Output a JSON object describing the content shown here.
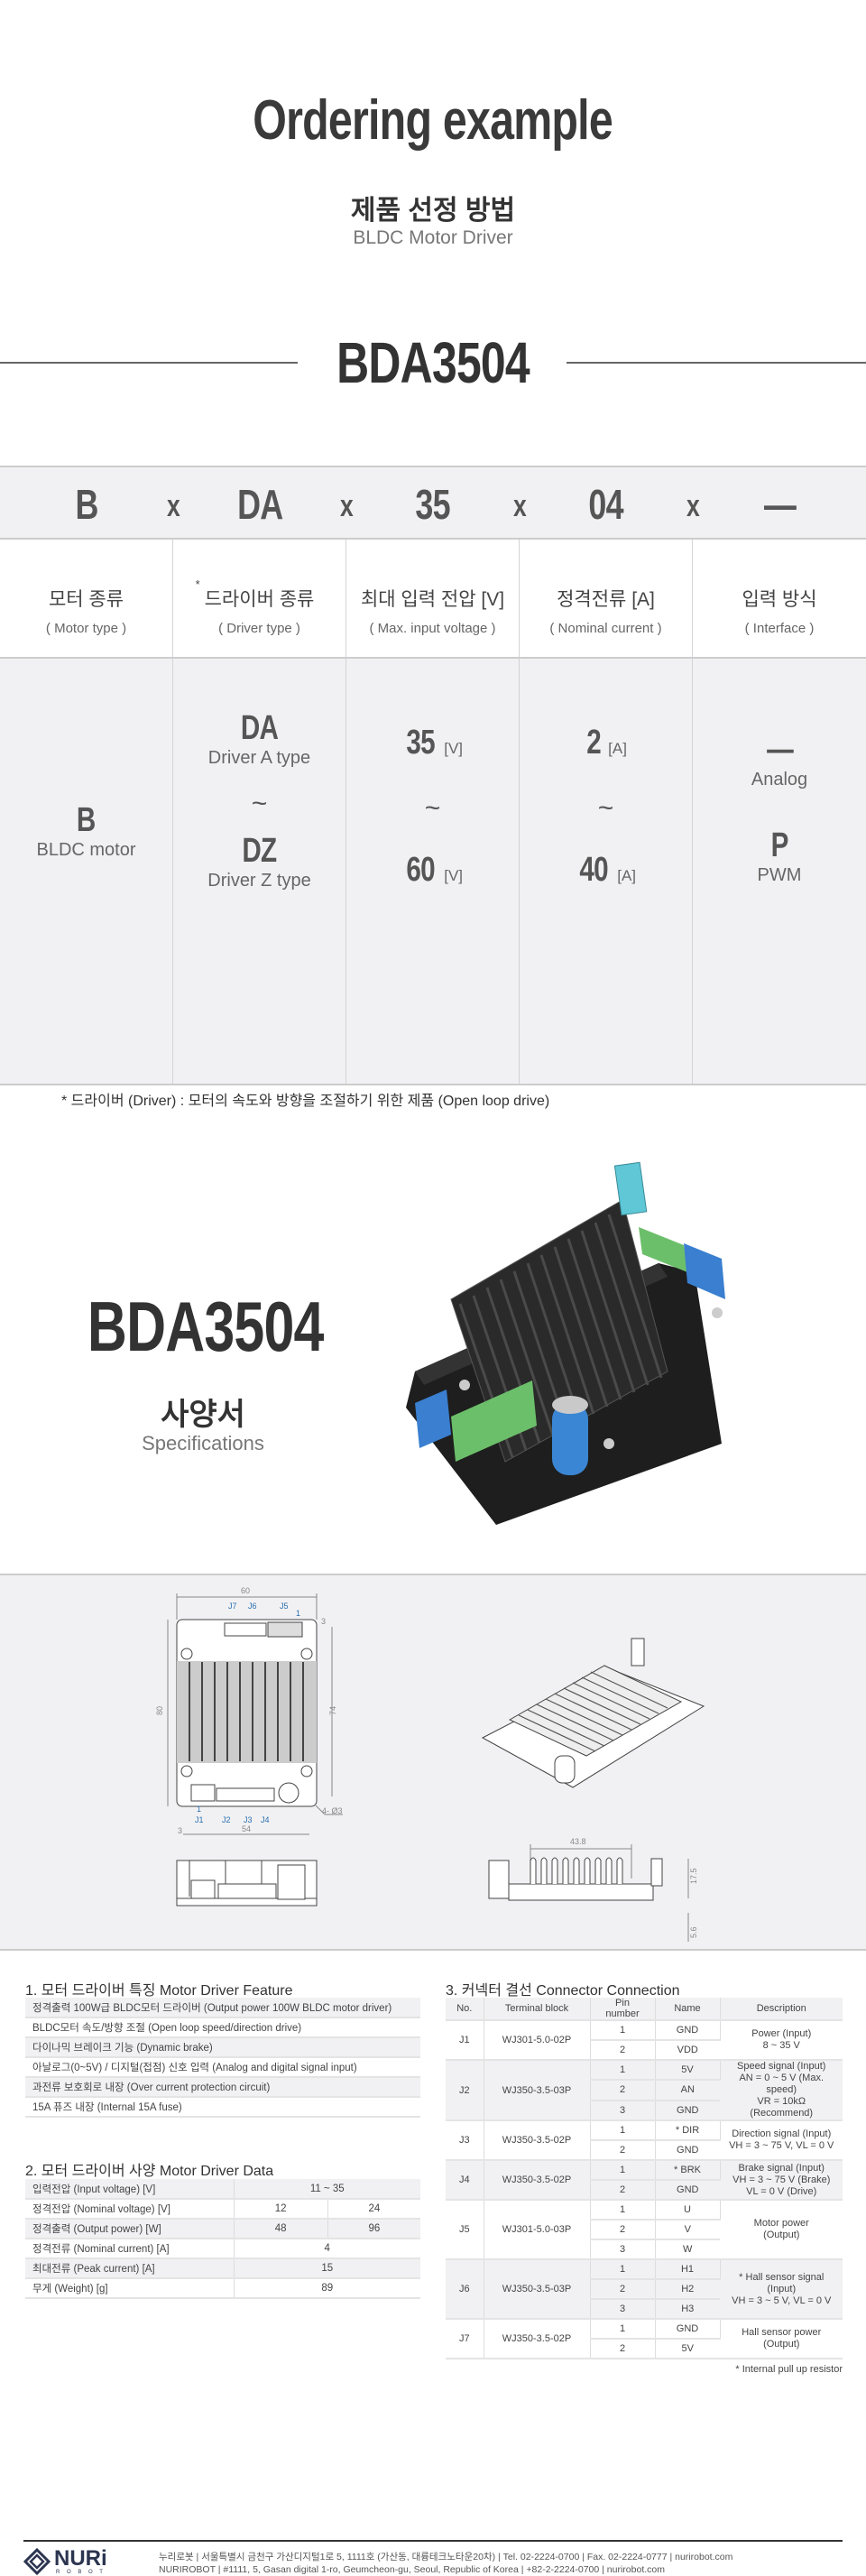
{
  "hero": {
    "title": "Ordering example",
    "subtitle_ko": "제품 선정 방법",
    "subtitle_en": "BLDC Motor Driver",
    "model": "BDA3504"
  },
  "ordering": {
    "code_parts": [
      "B",
      "x",
      "DA",
      "x",
      "35",
      "x",
      "04",
      "x",
      "—"
    ],
    "columns": [
      {
        "ko": "모터 종류",
        "en": "( Motor type )",
        "asterisk": false
      },
      {
        "ko": "드라이버 종류",
        "en": "( Driver type )",
        "asterisk": true
      },
      {
        "ko": "최대 입력 전압 [V]",
        "en": "( Max. input voltage )",
        "asterisk": false
      },
      {
        "ko": "정격전류 [A]",
        "en": "( Nominal current )",
        "asterisk": false
      },
      {
        "ko": "입력 방식",
        "en": "( Interface )",
        "asterisk": false
      }
    ],
    "options": {
      "motor": {
        "code": "B",
        "label": "BLDC motor"
      },
      "driver": {
        "from_code": "DA",
        "from_label": "Driver A type",
        "to_code": "DZ",
        "to_label": "Driver Z type"
      },
      "voltage": {
        "from": "35",
        "to": "60",
        "unit": "[V]"
      },
      "current": {
        "from": "2",
        "to": "40",
        "unit": "[A]"
      },
      "interface": [
        {
          "code": "—",
          "label": "Analog"
        },
        {
          "code": "P",
          "label": "PWM"
        }
      ],
      "range_symbol": "~"
    },
    "asterisk_mark": "*",
    "note": "* 드라이버 (Driver) : 모터의 속도와 방향을 조절하기 위한 제품 (Open loop drive)"
  },
  "spec_hero": {
    "model": "BDA3504",
    "title_ko": "사양서",
    "title_en": "Specifications"
  },
  "drawings": {
    "top_view": {
      "width": "60",
      "height": "80",
      "hole_span_v": "74",
      "hole_span_h": "54",
      "edge_offset": "3",
      "holes": "4- Ø3",
      "top_labels": [
        "J7",
        "J6",
        "J5"
      ],
      "bottom_labels": [
        "J1",
        "J2",
        "J3",
        "J4"
      ],
      "pin1": "1"
    },
    "side_view": {
      "heatsink_length": "43.8",
      "height": "17.5",
      "standoff": "5.6"
    },
    "label_color": "#2a6fb0"
  },
  "features": {
    "title": "1. 모터 드라이버 특징 Motor Driver Feature",
    "items": [
      "정격출력 100W급 BLDC모터 드라이버 (Output power 100W BLDC motor driver)",
      "BLDC모터 속도/방향 조절 (Open loop speed/direction drive)",
      "다이나믹 브레이크 기능 (Dynamic brake)",
      "아날로그(0~5V) / 디지털(접점) 신호 입력 (Analog and digital signal input)",
      "과전류 보호회로 내장 (Over current protection circuit)",
      "15A 퓨즈 내장 (Internal 15A fuse)"
    ]
  },
  "driver_data": {
    "title": "2. 모터 드라이버 사양 Motor Driver Data",
    "rows": [
      {
        "label": "입력전압 (Input voltage) [V]",
        "values": [
          "11 ~ 35"
        ]
      },
      {
        "label": "정격전압 (Nominal voltage) [V]",
        "values": [
          "12",
          "24"
        ]
      },
      {
        "label": "정격출력 (Output power) [W]",
        "values": [
          "48",
          "96"
        ]
      },
      {
        "label": "정격전류 (Nominal current) [A]",
        "values": [
          "4"
        ]
      },
      {
        "label": "최대전류 (Peak current) [A]",
        "values": [
          "15"
        ]
      },
      {
        "label": "무게 (Weight) [g]",
        "values": [
          "89"
        ]
      }
    ]
  },
  "connector": {
    "title": "3. 커넥터 결선 Connector Connection",
    "headers": [
      "No.",
      "Terminal block",
      "Pin number",
      "Name",
      "Description"
    ],
    "groups": [
      {
        "no": "J1",
        "block": "WJ301-5.0-02P",
        "pins": [
          [
            "1",
            "GND"
          ],
          [
            "2",
            "VDD"
          ]
        ],
        "desc": [
          "Power (Input)",
          "8 ~ 35 V"
        ]
      },
      {
        "no": "J2",
        "block": "WJ350-3.5-03P",
        "pins": [
          [
            "1",
            "5V"
          ],
          [
            "2",
            "AN"
          ],
          [
            "3",
            "GND"
          ]
        ],
        "desc": [
          "Speed signal (Input)",
          "AN = 0 ~ 5 V (Max. speed)",
          "VR = 10kΩ (Recommend)"
        ]
      },
      {
        "no": "J3",
        "block": "WJ350-3.5-02P",
        "pins": [
          [
            "1",
            "* DIR"
          ],
          [
            "2",
            "GND"
          ]
        ],
        "desc": [
          "Direction signal (Input)",
          "VH = 3 ~ 75 V, VL = 0 V"
        ]
      },
      {
        "no": "J4",
        "block": "WJ350-3.5-02P",
        "pins": [
          [
            "1",
            "* BRK"
          ],
          [
            "2",
            "GND"
          ]
        ],
        "desc": [
          "Brake signal (Input)",
          "VH = 3 ~ 75 V (Brake)",
          "VL = 0 V (Drive)"
        ]
      },
      {
        "no": "J5",
        "block": "WJ301-5.0-03P",
        "pins": [
          [
            "1",
            "U"
          ],
          [
            "2",
            "V"
          ],
          [
            "3",
            "W"
          ]
        ],
        "desc": [
          "Motor power",
          "(Output)"
        ]
      },
      {
        "no": "J6",
        "block": "WJ350-3.5-03P",
        "pins": [
          [
            "1",
            "H1"
          ],
          [
            "2",
            "H2"
          ],
          [
            "3",
            "H3"
          ]
        ],
        "desc": [
          "* Hall sensor signal",
          "(Input)",
          "VH = 3 ~ 5 V, VL = 0 V"
        ]
      },
      {
        "no": "J7",
        "block": "WJ350-3.5-02P",
        "pins": [
          [
            "1",
            "GND"
          ],
          [
            "2",
            "5V"
          ]
        ],
        "desc": [
          "Hall sensor power",
          "(Output)"
        ]
      }
    ],
    "footnote": "* Internal pull up resistor"
  },
  "footer": {
    "logo_text": "NURi",
    "logo_sub": "R O B O T",
    "line_ko": "누리로봇 | 서울특별시 금천구 가산디지털1로 5, 1111호 (가산동, 대륭테크노타운20차) | Tel. 02-2224-0700 | Fax. 02-2224-0777 | nurirobot.com",
    "line_en": "NURIROBOT | #1111, 5, Gasan digital 1-ro, Geumcheon-gu, Seoul, Republic of Korea | +82-2-2224-0700 | nurirobot.com",
    "brand_color": "#2c3550"
  }
}
